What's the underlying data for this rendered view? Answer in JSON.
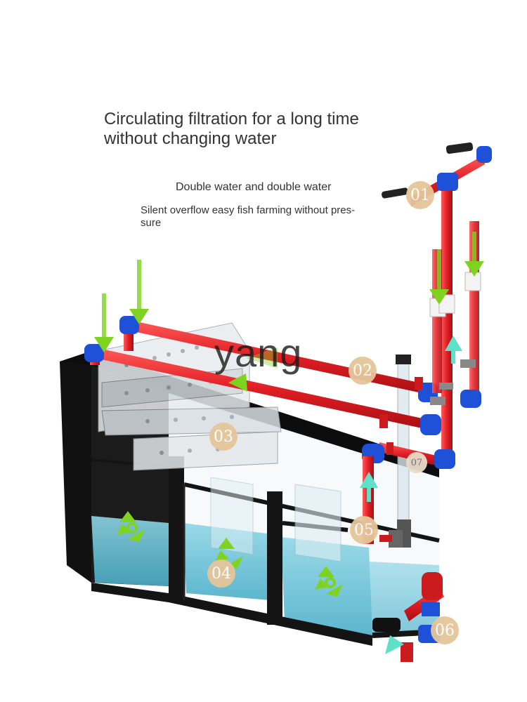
{
  "header": {
    "title": "Circulating filtration for a long time without changing water",
    "subtitle": "Double water and double water",
    "tagline": "Silent overflow easy fish farming without pres-\nsure"
  },
  "watermark": "yang",
  "markers": [
    "01",
    "02",
    "03",
    "04",
    "05",
    "06",
    "07"
  ],
  "colors": {
    "pipe_red": "#e8242a",
    "fitting_blue": "#1e50d8",
    "flow_arrow_green": "#7ed321",
    "flow_arrow_cyan": "#5fe0c8",
    "tank_frame": "#1a1a1a",
    "water": "#6fc3d8",
    "badge": "#e5c69a"
  },
  "icons": [
    "recycle-icon",
    "flow-arrow-icon",
    "ball-valve-icon"
  ]
}
